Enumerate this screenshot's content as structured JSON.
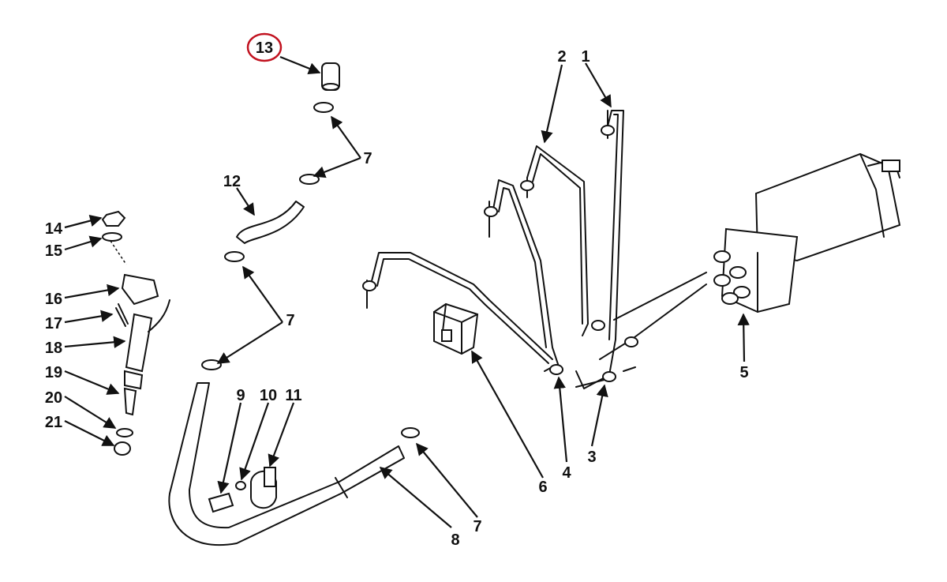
{
  "callouts": {
    "c1": "1",
    "c2": "2",
    "c3": "3",
    "c4": "4",
    "c5": "5",
    "c6": "6",
    "c7a": "7",
    "c7b": "7",
    "c7c": "7",
    "c8": "8",
    "c9": "9",
    "c10": "10",
    "c11": "11",
    "c12": "12",
    "c13": "13",
    "c14": "14",
    "c15": "15",
    "c16": "16",
    "c17": "17",
    "c18": "18",
    "c19": "19",
    "c20": "20",
    "c21": "21"
  },
  "highlighted_callout": "13",
  "colors": {
    "line": "#111111",
    "highlight": "#c1121f",
    "background": "#ffffff"
  }
}
